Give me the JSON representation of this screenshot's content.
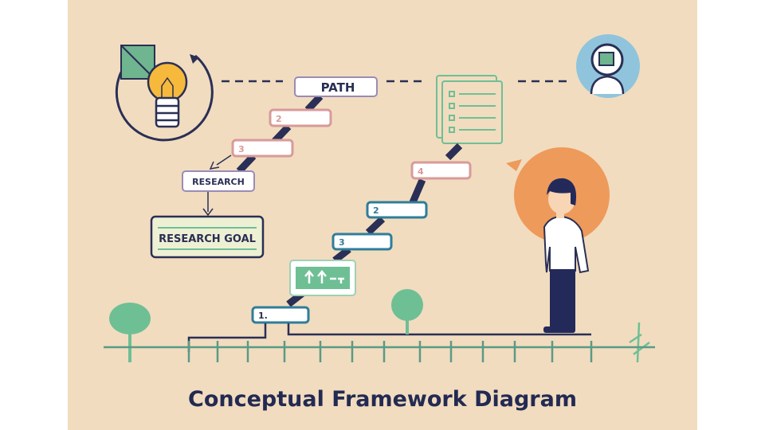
{
  "title": "Conceptual Framework Diagram",
  "labels": {
    "path": "PATH",
    "research": "RESEARCH",
    "research_goal": "RESEARCH GOAL"
  },
  "left_steps": [
    "2",
    "3"
  ],
  "right_steps": [
    "4",
    "2",
    "3",
    "1."
  ],
  "colors": {
    "background": "#f1dcbf",
    "navy": "#2a2f55",
    "pink": "#d99a9a",
    "teal": "#2f7d9a",
    "green": "#6fbf95",
    "orange": "#ee9a5a",
    "yellow": "#f6b93b"
  },
  "icons": [
    "lightbulb-icon",
    "person-avatar-icon",
    "checklist-icon",
    "arrows-sign-icon",
    "tree-icon",
    "person-figure"
  ]
}
